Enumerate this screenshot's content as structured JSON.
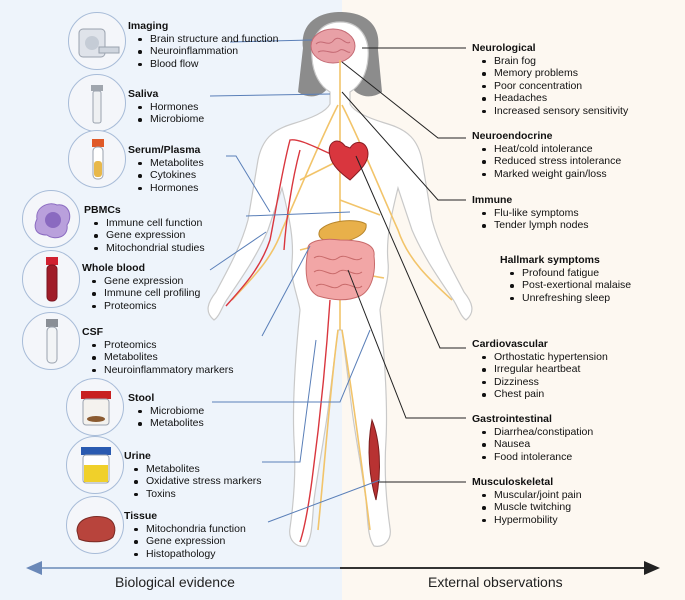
{
  "footer": {
    "left": "Biological evidence",
    "right": "External observations"
  },
  "left_items": [
    {
      "title": "Imaging",
      "icon": "mri-scanner-icon",
      "bullets": [
        "Brain structure and function",
        "Neuroinflammation",
        "Blood flow"
      ]
    },
    {
      "title": "Saliva",
      "icon": "saliva-tube-icon",
      "bullets": [
        "Hormones",
        "Microbiome"
      ]
    },
    {
      "title": "Serum/Plasma",
      "icon": "serum-tube-icon",
      "bullets": [
        "Metabolites",
        "Cytokines",
        "Hormones"
      ]
    },
    {
      "title": "PBMCs",
      "icon": "pbmc-cell-icon",
      "bullets": [
        "Immune cell function",
        "Gene expression",
        "Mitochondrial studies"
      ]
    },
    {
      "title": "Whole blood",
      "icon": "blood-tube-icon",
      "bullets": [
        "Gene expression",
        "Immune cell profiling",
        "Proteomics"
      ]
    },
    {
      "title": "CSF",
      "icon": "csf-tube-icon",
      "bullets": [
        "Proteomics",
        "Metabolites",
        "Neuroinflammatory markers"
      ]
    },
    {
      "title": "Stool",
      "icon": "stool-container-icon",
      "bullets": [
        "Microbiome",
        "Metabolites"
      ]
    },
    {
      "title": "Urine",
      "icon": "urine-cup-icon",
      "bullets": [
        "Metabolites",
        "Oxidative stress markers",
        "Toxins"
      ]
    },
    {
      "title": "Tissue",
      "icon": "muscle-tissue-icon",
      "bullets": [
        "Mitochondria function",
        "Gene expression",
        "Histopathology"
      ]
    }
  ],
  "right_items": [
    {
      "title": "Neurological",
      "bullets": [
        "Brain fog",
        "Memory problems",
        "Poor concentration",
        "Headaches",
        "Increased sensory sensitivity"
      ]
    },
    {
      "title": "Neuroendocrine",
      "bullets": [
        "Heat/cold intolerance",
        "Reduced stress intolerance",
        "Marked weight gain/loss"
      ]
    },
    {
      "title": "Immune",
      "bullets": [
        "Flu-like symptoms",
        "Tender lymph nodes"
      ]
    },
    {
      "title": "Hallmark symptoms",
      "bullets": [
        "Profound fatigue",
        "Post-exertional malaise",
        "Unrefreshing sleep"
      ]
    },
    {
      "title": "Cardiovascular",
      "bullets": [
        "Orthostatic hypertension",
        "Irregular heartbeat",
        "Dizziness",
        "Chest pain"
      ]
    },
    {
      "title": "Gastrointestinal",
      "bullets": [
        "Diarrhea/constipation",
        "Nausea",
        "Food intolerance"
      ]
    },
    {
      "title": "Musculoskeletal",
      "bullets": [
        "Muscular/joint pain",
        "Muscle twitching",
        "Hypermobility"
      ]
    }
  ]
}
